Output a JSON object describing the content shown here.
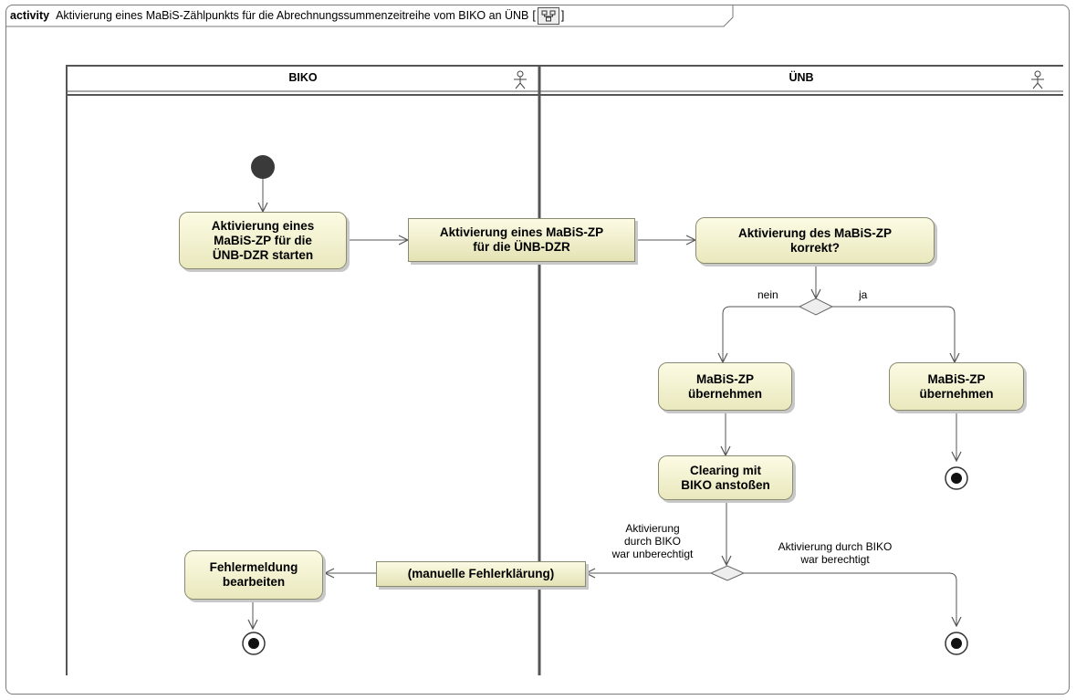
{
  "frame": {
    "keyword": "activity",
    "title": "Aktivierung eines MaBiS-Zählpunkts für die Abrechnungssummenzeitreihe vom BIKO an ÜNB",
    "bracket_open": "[",
    "bracket_close": "]",
    "icon": "diagram-icon"
  },
  "lanes": [
    {
      "name": "BIKO",
      "icon": "actor-icon"
    },
    {
      "name": "ÜNB",
      "icon": "actor-icon"
    }
  ],
  "nodes": {
    "start_action": "Aktivierung eines\nMaBiS-ZP für die\nÜNB-DZR starten",
    "object_node": "Aktivierung eines MaBiS-ZP\nfür die ÜNB-DZR",
    "check_action": "Aktivierung des MaBiS-ZP\nkorrekt?",
    "take_left": "MaBiS-ZP\nübernehmen",
    "take_right": "MaBiS-ZP\nübernehmen",
    "clearing": "Clearing mit\nBIKO anstoßen",
    "manual": "(manuelle Fehlerklärung)",
    "error": "Fehlermeldung\nbearbeiten"
  },
  "guards": {
    "nein": "nein",
    "ja": "ja",
    "unberechtigt": "Aktivierung\ndurch BIKO\nwar unberechtigt",
    "berechtigt": "Aktivierung durch BIKO\nwar berechtigt"
  },
  "colors": {
    "action_fill": "#f4f3cf",
    "border": "#8a8a70",
    "initial": "#3a3a3a"
  }
}
